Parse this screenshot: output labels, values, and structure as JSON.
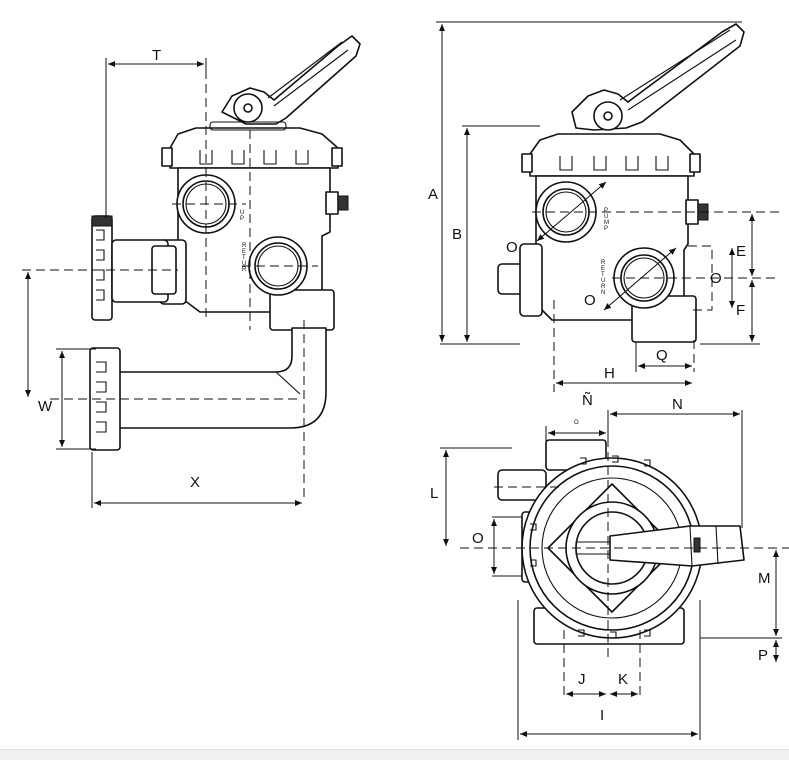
{
  "dimension_labels": {
    "A": "A",
    "B": "B",
    "E": "E",
    "F": "F",
    "H": "H",
    "I": "I",
    "J": "J",
    "K": "K",
    "L": "L",
    "M": "M",
    "N": "N",
    "N_tilde": "Ñ",
    "O": "O",
    "P": "P",
    "Q": "Q",
    "T": "T",
    "W": "W",
    "X": "X"
  },
  "port_labels": {
    "up": "U\nP",
    "return": "R\nE\nT\nU\nR\nN",
    "pump": "P\nU\nM\nP",
    "return_short": "R\nE\nT\nU\nR"
  }
}
